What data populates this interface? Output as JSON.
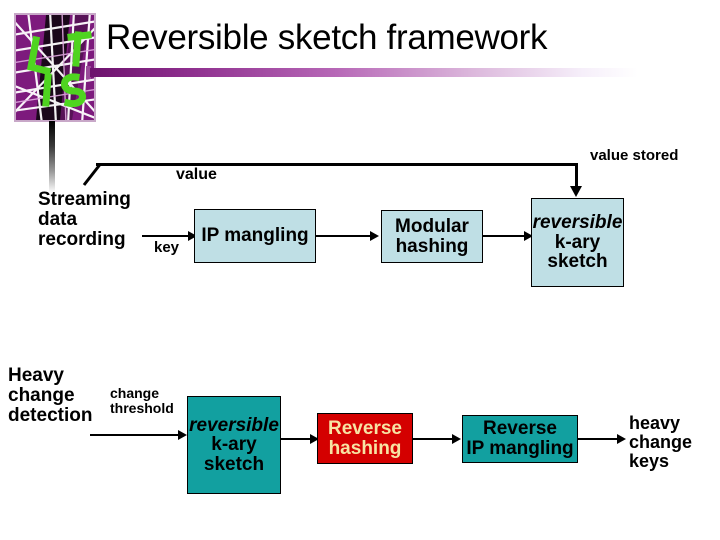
{
  "slide": {
    "title": "Reversible sketch framework",
    "logo_name": "lis-map-logo",
    "accent_color": "#7d1a7d",
    "rule_color": "#6d126d"
  },
  "colors": {
    "light_blue_box": "#bfdfe5",
    "teal_box": "#12a0a0",
    "red_box": "#d40000",
    "red_box_text": "#f7e3a3",
    "outline": "#000000",
    "text": "#000000"
  },
  "top_flow": {
    "source_label": {
      "lines": [
        "Streaming",
        "data",
        "recording"
      ]
    },
    "edge_key_label": "key",
    "edge_value_label": "value",
    "edge_value_stored_label": "value stored",
    "nodes": [
      {
        "name": "ip-mangling",
        "lines": [
          "IP mangling"
        ],
        "italic_lines": [],
        "fill": "#bfdfe5"
      },
      {
        "name": "modular-hashing",
        "lines": [
          "Modular",
          "hashing"
        ],
        "italic_lines": [],
        "fill": "#bfdfe5"
      },
      {
        "name": "reversible-k-ary-sketch",
        "lines": [
          "reversible",
          "k-ary",
          "sketch"
        ],
        "italic_lines": [
          "reversible"
        ],
        "fill": "#bfdfe5"
      }
    ]
  },
  "bottom_flow": {
    "source_label": {
      "lines": [
        "Heavy",
        "change",
        "detection"
      ]
    },
    "edge_threshold_label": {
      "lines": [
        "change",
        "threshold"
      ]
    },
    "output_label": {
      "lines": [
        "heavy",
        "change",
        "keys"
      ]
    },
    "nodes": [
      {
        "name": "reversible-k-ary-sketch-detect",
        "lines": [
          "reversible",
          "k-ary",
          "sketch"
        ],
        "italic_lines": [
          "reversible"
        ],
        "fill": "#12a0a0"
      },
      {
        "name": "reverse-hashing",
        "lines": [
          "Reverse",
          "hashing"
        ],
        "italic_lines": [],
        "fill": "#d40000"
      },
      {
        "name": "reverse-ip-mangling",
        "lines": [
          "Reverse",
          "IP mangling"
        ],
        "italic_lines": [],
        "fill": "#12a0a0"
      }
    ]
  }
}
